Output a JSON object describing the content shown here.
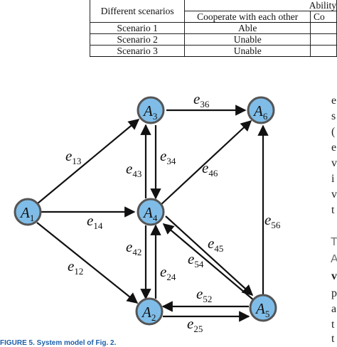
{
  "table": {
    "col_header_scenarios": "Different scenarios",
    "col_header_ability": "Ability",
    "subheader_cooperate": "Cooperate with each other",
    "subheader_trunc": "Co",
    "rows": [
      {
        "scenario": "Scenario 1",
        "cooperate": "Able"
      },
      {
        "scenario": "Scenario 2",
        "cooperate": "Unable"
      },
      {
        "scenario": "Scenario 3",
        "cooperate": "Unable"
      }
    ]
  },
  "right_text": {
    "lines": [
      "e",
      "s",
      "(",
      "e",
      "v",
      "i",
      "v",
      "t"
    ],
    "heading_lines": [
      "T",
      "A"
    ],
    "lines2": [
      "v",
      "p",
      "a",
      "t",
      "t"
    ]
  },
  "graph": {
    "nodes": [
      {
        "id": "A1",
        "base": "A",
        "sub": "1"
      },
      {
        "id": "A2",
        "base": "A",
        "sub": "2"
      },
      {
        "id": "A3",
        "base": "A",
        "sub": "3"
      },
      {
        "id": "A4",
        "base": "A",
        "sub": "4"
      },
      {
        "id": "A5",
        "base": "A",
        "sub": "5"
      },
      {
        "id": "A6",
        "base": "A",
        "sub": "6"
      }
    ],
    "edges": [
      {
        "id": "e13",
        "base": "e",
        "sub": "13"
      },
      {
        "id": "e14",
        "base": "e",
        "sub": "14"
      },
      {
        "id": "e12",
        "base": "e",
        "sub": "12"
      },
      {
        "id": "e36",
        "base": "e",
        "sub": "36"
      },
      {
        "id": "e34",
        "base": "e",
        "sub": "34"
      },
      {
        "id": "e43",
        "base": "e",
        "sub": "43"
      },
      {
        "id": "e46",
        "base": "e",
        "sub": "46"
      },
      {
        "id": "e42",
        "base": "e",
        "sub": "42"
      },
      {
        "id": "e24",
        "base": "e",
        "sub": "24"
      },
      {
        "id": "e45",
        "base": "e",
        "sub": "45"
      },
      {
        "id": "e54",
        "base": "e",
        "sub": "54"
      },
      {
        "id": "e56",
        "base": "e",
        "sub": "56"
      },
      {
        "id": "e52",
        "base": "e",
        "sub": "52"
      },
      {
        "id": "e25",
        "base": "e",
        "sub": "25"
      }
    ]
  },
  "caption": "FIGURE 5. System model of Fig. 2."
}
